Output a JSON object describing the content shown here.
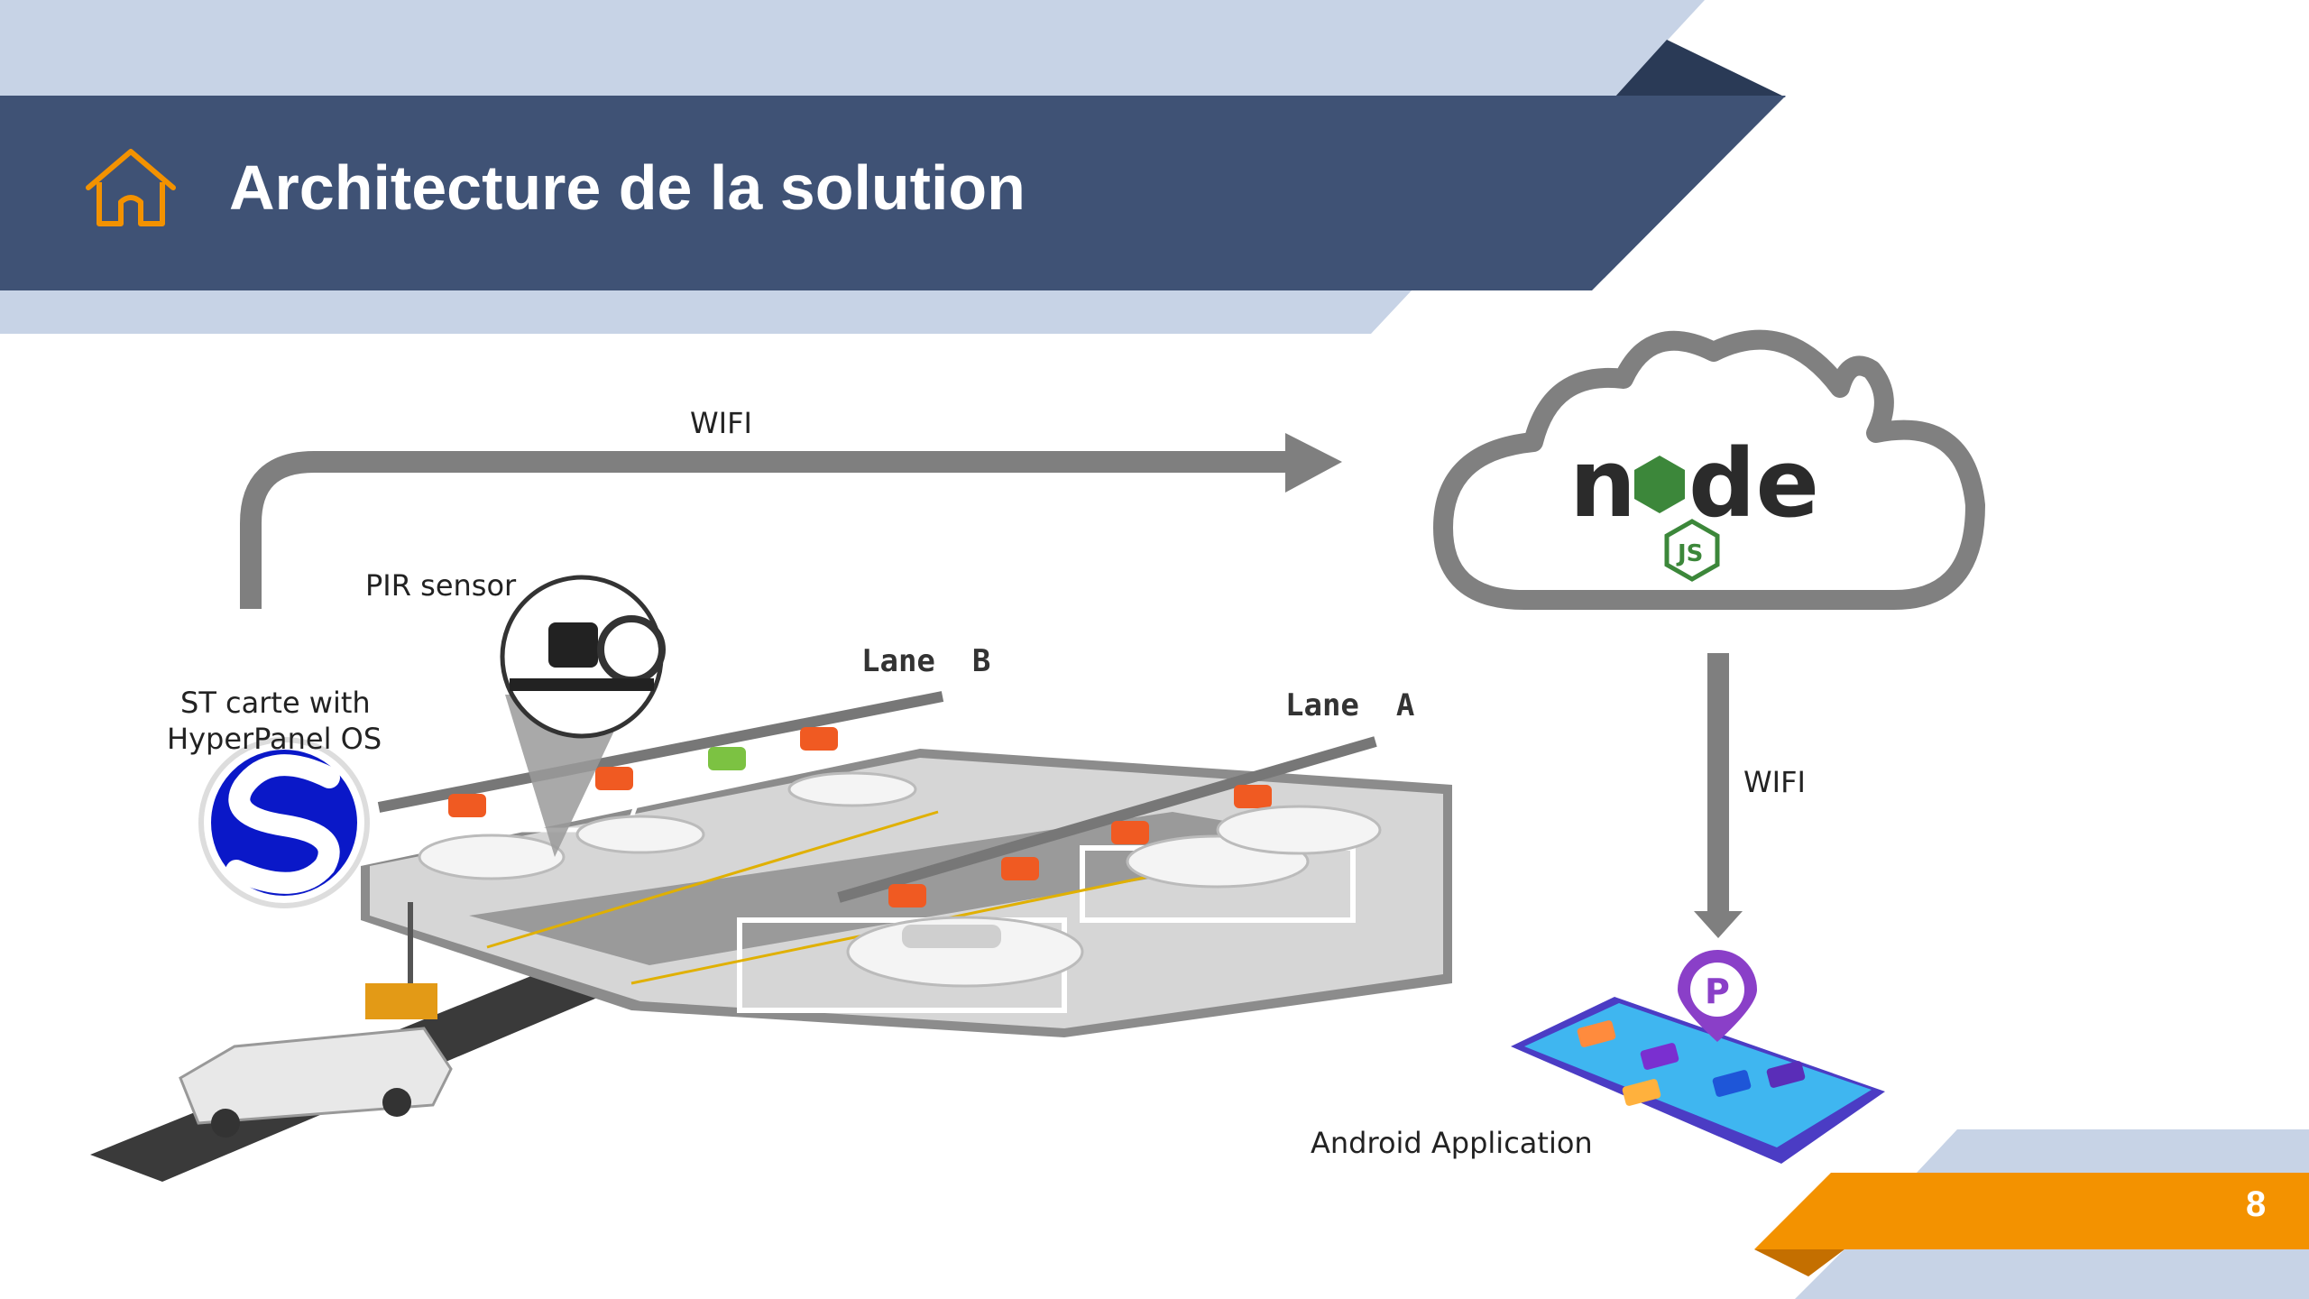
{
  "slide": {
    "title": "Architecture de la solution",
    "page_number": "8"
  },
  "diagram": {
    "wifi_top_label": "WIFI",
    "wifi_right_label": "WIFI",
    "pir_sensor_label": "PIR sensor",
    "st_card_label_line1": "ST carte with",
    "st_card_label_line2": "HyperPanel OS",
    "lane_b_label": "Lane  B",
    "lane_a_label": "Lane  A",
    "android_label": "Android Application",
    "node_logo_text": "node",
    "node_js_badge": "JS",
    "parking_pin_letter": "P"
  },
  "colors": {
    "band_light": "#c7d3e6",
    "band_dark": "#3f5275",
    "band_darkest": "#2a3a56",
    "accent_orange": "#f39200",
    "arrow_grey": "#7f7f7f",
    "node_green": "#3c873a"
  }
}
